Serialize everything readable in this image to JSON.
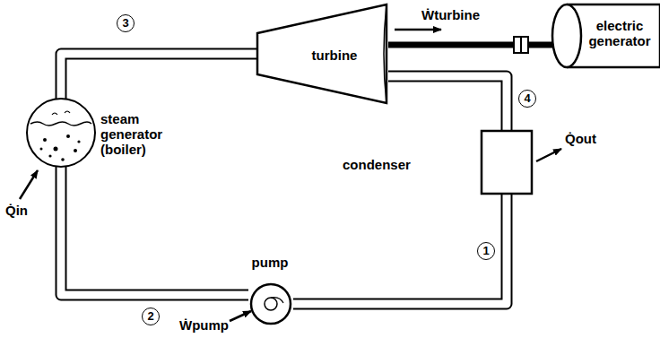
{
  "diagram": {
    "nodes": [
      {
        "text": [
          "steam generator (boiler)"
        ]
      },
      {
        "text": [
          "turbine"
        ]
      },
      {
        "text": [
          "electric generator"
        ]
      },
      {
        "text": [
          "condenser"
        ]
      },
      {
        "text": [
          "pump"
        ]
      }
    ],
    "edges": [
      {
        "from": 0,
        "to": 1,
        "arrow": "none"
      },
      {
        "from": 1,
        "to": 2,
        "arrow": "none"
      },
      {
        "from": 1,
        "to": 3,
        "arrow": "none"
      },
      {
        "from": 3,
        "to": 4,
        "arrow": "none"
      },
      {
        "from": 4,
        "to": 0,
        "arrow": "none"
      }
    ],
    "labels": [
      "3",
      "4",
      "1",
      "2",
      "Ẇturbine",
      "Q̇out",
      "Q̇in",
      "Ẇpump"
    ]
  }
}
